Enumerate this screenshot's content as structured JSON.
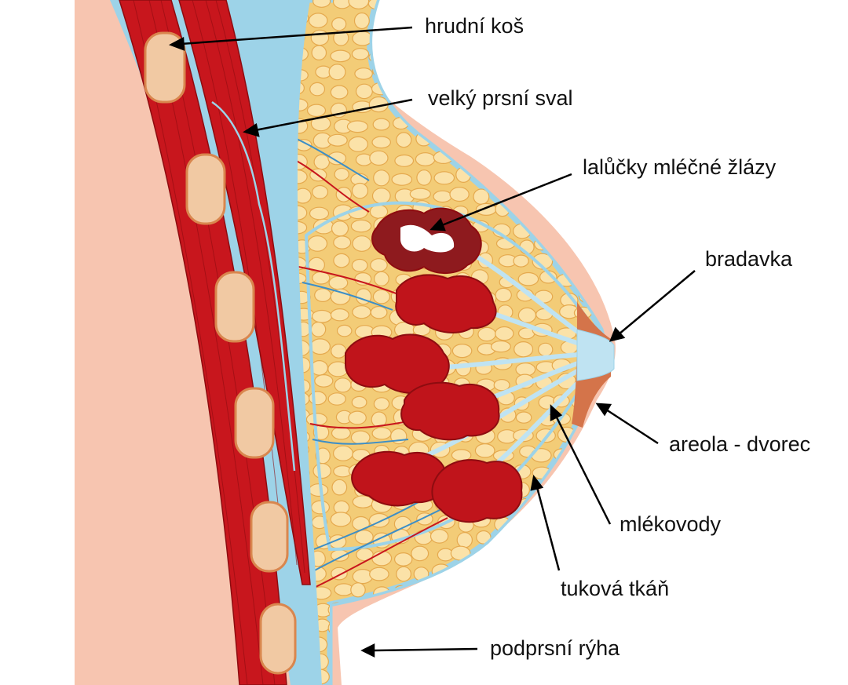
{
  "labels": {
    "rib_cage": "hrudní koš",
    "pectoral_muscle": "velký prsní sval",
    "mammary_lobules": "lalůčky mléčné žlázy",
    "nipple": "bradavka",
    "areola": "areola - dvorec",
    "milk_ducts": "mlékovody",
    "fat_tissue": "tuková tkáň",
    "inframammary_fold": "podprsní rýha"
  },
  "colors": {
    "skin": "#f7c5b0",
    "muscle": "#c8161d",
    "muscle_dark": "#8e0c10",
    "membrane": "#9dd3e8",
    "fat": "#f3cc77",
    "fat_cell": "#fbe2a8",
    "lobule": "#c0141b",
    "duct": "#bfe3f2",
    "areola": "#d4744a",
    "rib": "#f1c9a3",
    "rib_outline": "#d9864e"
  }
}
